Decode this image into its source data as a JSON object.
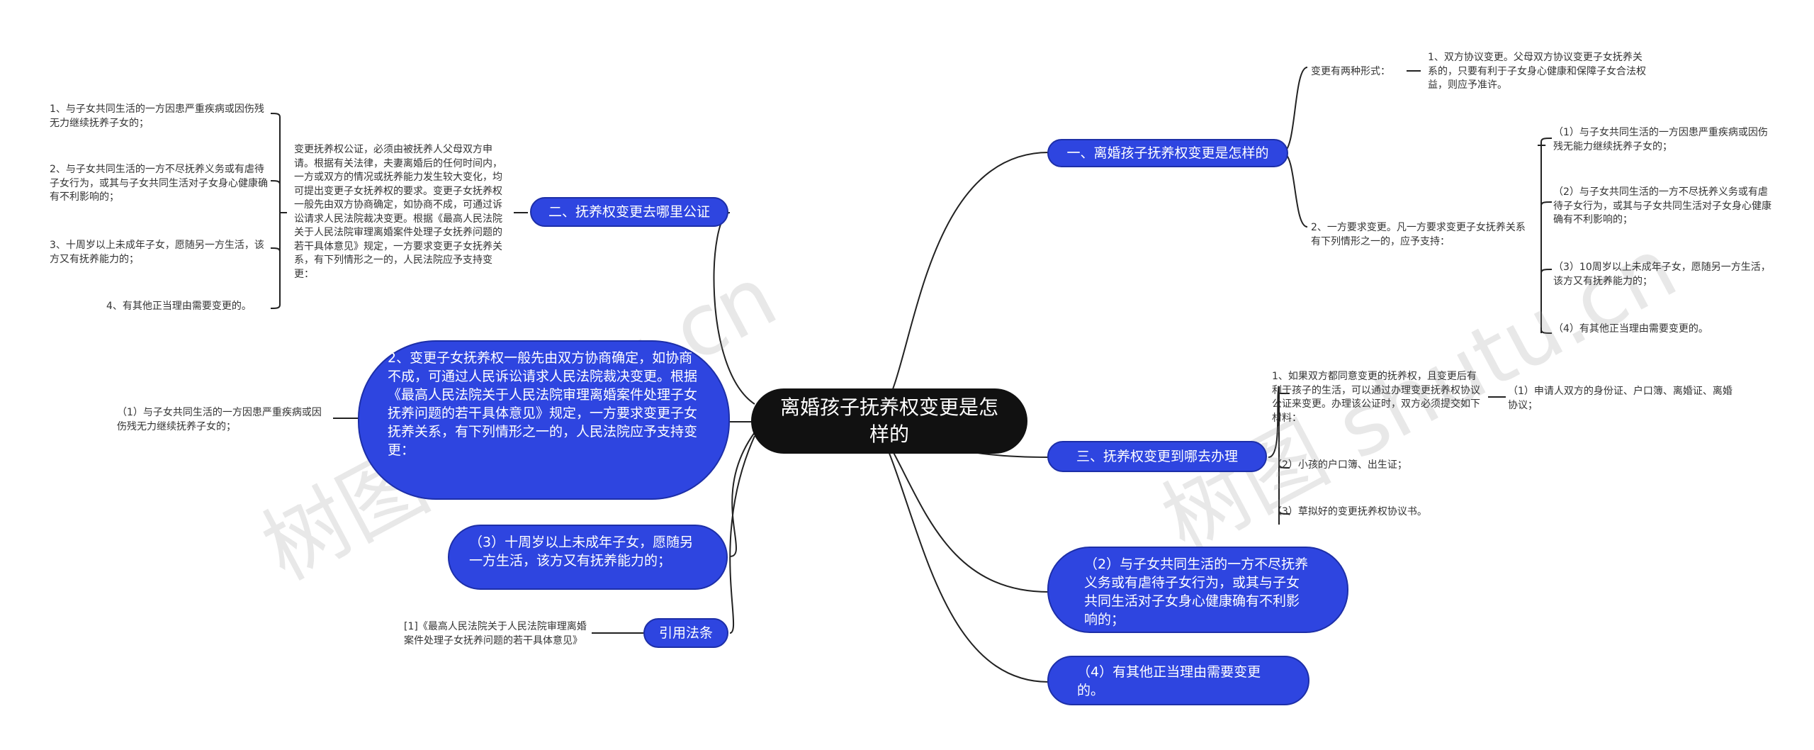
{
  "root": {
    "label": "离婚孩子抚养权变更是怎样的"
  },
  "branches": {
    "b1": {
      "label": "一、离婚孩子抚养权变更是怎样的",
      "forms_label": "变更有两种形式：",
      "form1": "1、双方协议变更。父母双方协议变更子女抚养关系的，只要有利于子女身心健康和保障子女合法权益，则应予准许。",
      "form2": "2、一方要求变更。凡一方要求变更子女抚养关系有下列情形之一的，应予支持：",
      "items": [
        "（1）与子女共同生活的一方因患严重疾病或因伤残无能力继续抚养子女的；",
        "（2）与子女共同生活的一方不尽抚养义务或有虐待子女行为，或其与子女共同生活对子女身心健康确有不利影响的；",
        "（3）10周岁以上未成年子女，愿随另一方生活，该方又有抚养能力的；",
        "（4）有其他正当理由需要变更的。"
      ]
    },
    "b2": {
      "label": "二、抚养权变更去哪里公证",
      "desc": "变更抚养权公证，必须由被抚养人父母双方申请。根据有关法律，夫妻离婚后的任何时间内，一方或双方的情况或抚养能力发生较大变化，均可提出变更子女抚养权的要求。变更子女抚养权一般先由双方协商确定，如协商不成，可通过诉讼请求人民法院裁决变更。根据《最高人民法院关于人民法院审理离婚案件处理子女抚养问题的若干具体意见》规定，一方要求变更子女抚养关系，有下列情形之一的，人民法院应予支持变更：",
      "items": [
        "1、与子女共同生活的一方因患严重疾病或因伤残无力继续抚养子女的；",
        "2、与子女共同生活的一方不尽抚养义务或有虐待子女行为，或其与子女共同生活对子女身心健康确有不利影响的；",
        "3、十周岁以上未成年子女，愿随另一方生活，该方又有抚养能力的；",
        "4、有其他正当理由需要变更的。"
      ]
    },
    "b3": {
      "label": "三、抚养权变更到哪去办理",
      "text1": "1、如果双方都同意变更的抚养权，且变更后有利于孩子的生活，可以通过办理变更抚养权协议公证来变更。办理该公证时，双方必须提交如下材料：",
      "item1": "（1）申请人双方的身份证、户口簿、离婚证、离婚协议；",
      "item2": "（2）小孩的户口簿、出生证；",
      "item3": "（3）草拟好的变更抚养权协议书。"
    },
    "big1": {
      "label": "2、变更子女抚养权一般先由双方协商确定，如协商不成，可通过人民诉讼请求人民法院裁决变更。根据《最高人民法院关于人民法院审理离婚案件处理子女抚养问题的若干具体意见》规定，一方要求变更子女抚养关系，有下列情形之一的，人民法院应予支持变更：",
      "child": "（1）与子女共同生活的一方因患严重疾病或因伤残无力继续抚养子女的；"
    },
    "big2": {
      "label": "（3）十周岁以上未成年子女，愿随另一方生活，该方又有抚养能力的；"
    },
    "citation": {
      "label": "引用法条",
      "child": "[1]《最高人民法院关于人民法院审理离婚案件处理子女抚养问题的若干具体意见》"
    },
    "big3": {
      "label": "（2）与子女共同生活的一方不尽抚养义务或有虐待子女行为，或其与子女共同生活对子女身心健康确有不利影响的；"
    },
    "big4": {
      "label": "（4）有其他正当理由需要变更的。"
    }
  },
  "watermark": [
    "树图 shutu.cn",
    "树图 shutu.cn"
  ],
  "colors": {
    "branch": "#2e45e0",
    "root": "#111111",
    "line": "#222222"
  }
}
